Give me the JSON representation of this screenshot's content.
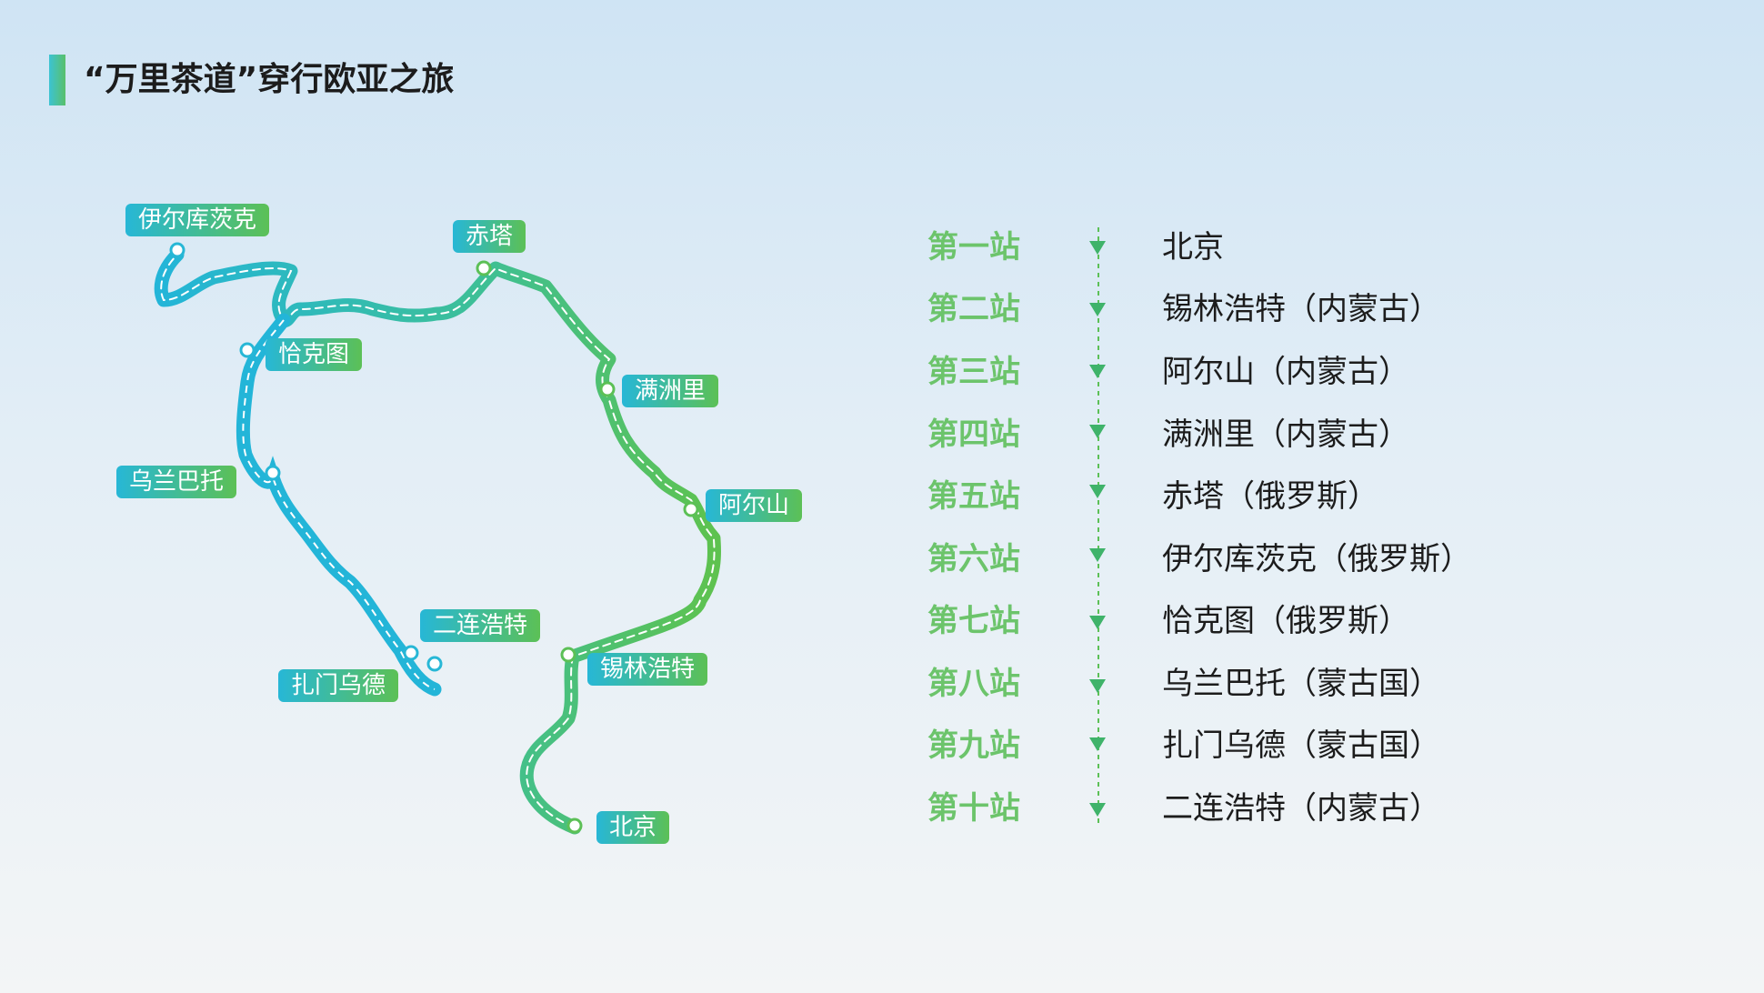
{
  "header": {
    "title": "“万里茶道”穿行欧亚之旅"
  },
  "map": {
    "labels": {
      "irkutsk": "伊尔库茨克",
      "chita": "赤塔",
      "kyakhta": "恰克图",
      "manzhouli": "满洲里",
      "ulaanbaatar": "乌兰巴托",
      "arxan": "阿尔山",
      "erenhot": "二连浩特",
      "xilinhot": "锡林浩特",
      "zamynuud": "扎门乌德",
      "beijing": "北京"
    }
  },
  "stations": [
    {
      "stop": "第一站",
      "destination": "北京"
    },
    {
      "stop": "第二站",
      "destination": "锡林浩特（内蒙古）"
    },
    {
      "stop": "第三站",
      "destination": "阿尔山（内蒙古）"
    },
    {
      "stop": "第四站",
      "destination": "满洲里（内蒙古）"
    },
    {
      "stop": "第五站",
      "destination": "赤塔（俄罗斯）"
    },
    {
      "stop": "第六站",
      "destination": "伊尔库茨克（俄罗斯）"
    },
    {
      "stop": "第七站",
      "destination": "恰克图（俄罗斯）"
    },
    {
      "stop": "第八站",
      "destination": "乌兰巴托（蒙古国）"
    },
    {
      "stop": "第九站",
      "destination": "扎门乌德（蒙古国）"
    },
    {
      "stop": "第十站",
      "destination": "二连浩特（内蒙古）"
    }
  ],
  "colors": {
    "route_start": "#23b5d8",
    "route_end": "#5ec24f",
    "stop_text": "#6cc46b",
    "arrow": "#3fb36a"
  },
  "icons": {
    "city_marker": "map-pin-icon",
    "step_arrow": "triangle-down-icon"
  }
}
